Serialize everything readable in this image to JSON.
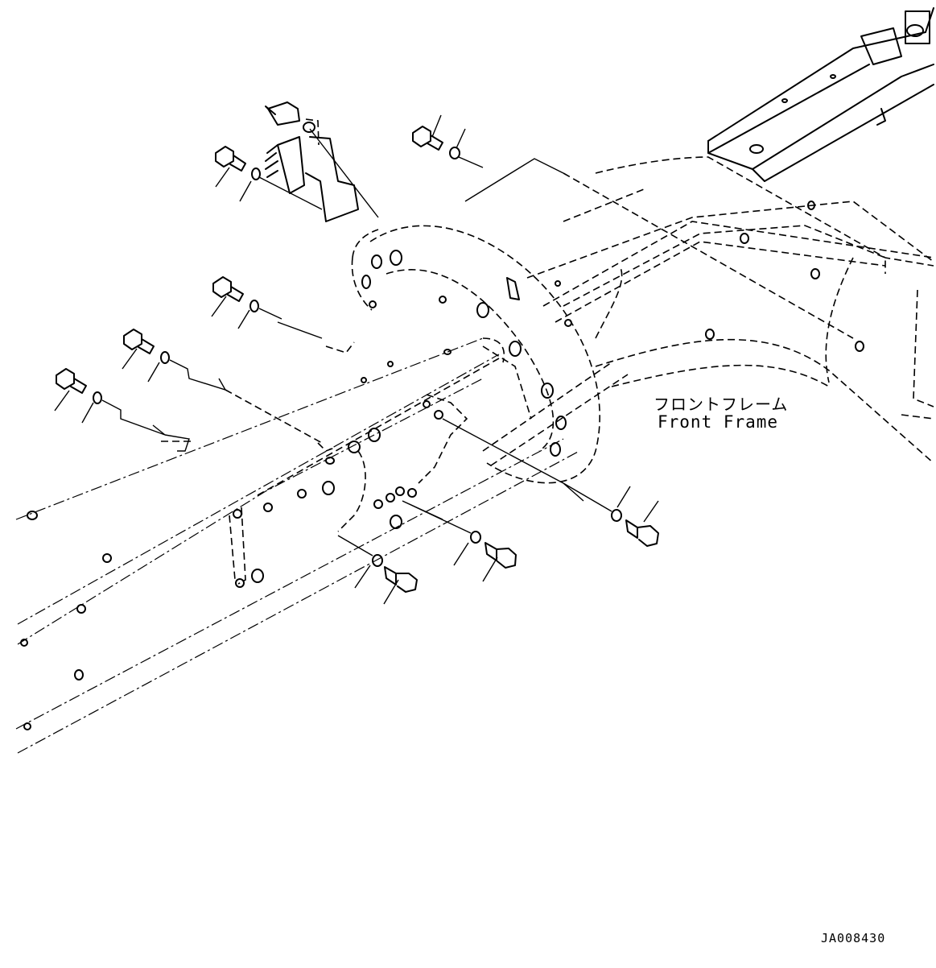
{
  "labels": {
    "front_frame_jp": "フロントフレーム",
    "front_frame_en": "Front Frame"
  },
  "drawing_code": "JA008430",
  "colors": {
    "line": "#000000",
    "background": "#ffffff"
  }
}
